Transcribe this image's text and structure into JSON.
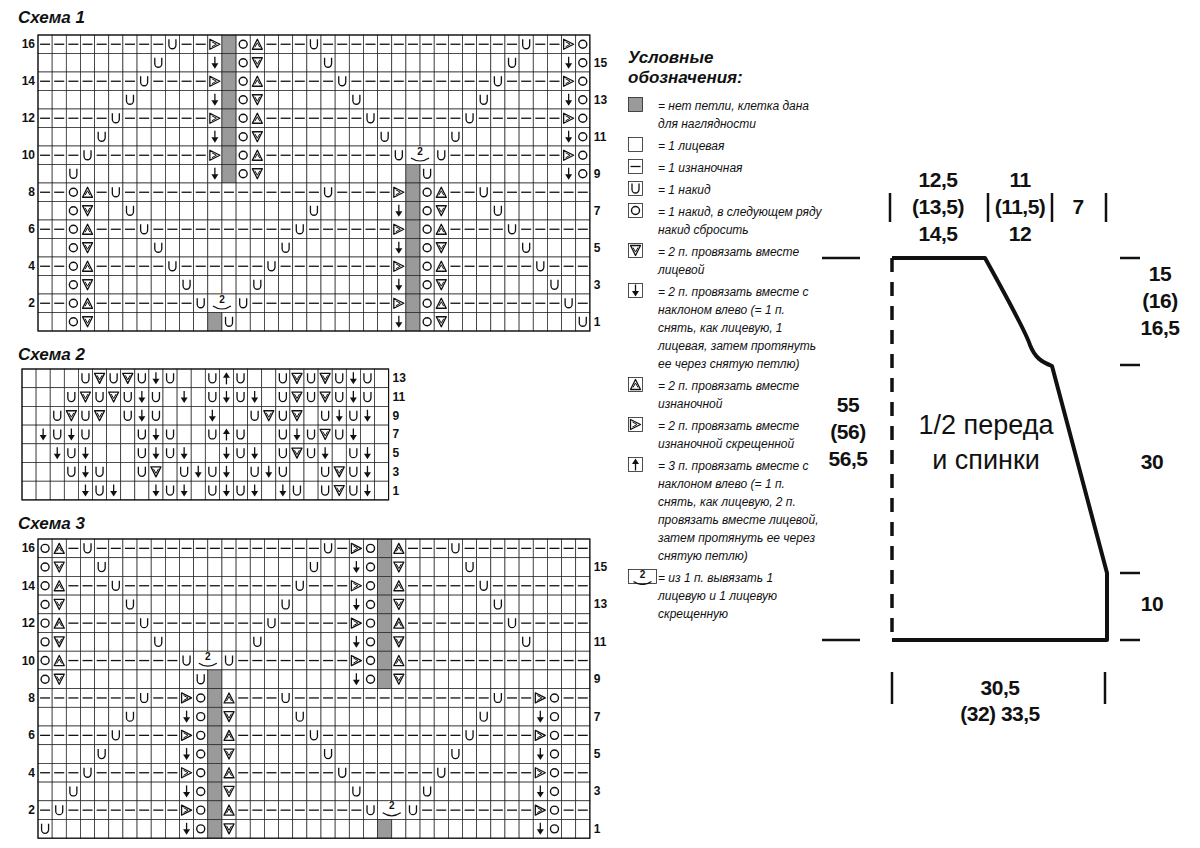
{
  "diagram": {
    "nodes": [
      {
        "text": [
          "1/2 переда и спинки"
        ]
      }
    ],
    "labels": [
      "Схема 1",
      "16",
      "15",
      "14",
      "13",
      "12",
      "11",
      "10",
      "9",
      "8",
      "7",
      "6",
      "5",
      "4",
      "3",
      "2",
      "1",
      "2",
      "2",
      "Схема 2",
      "13",
      "11",
      "9",
      "7",
      "5",
      "3",
      "1",
      "Схема 3",
      "16",
      "15",
      "14",
      "13",
      "12",
      "11",
      "10",
      "9",
      "8",
      "7",
      "6",
      "5",
      "4",
      "3",
      "2",
      "1",
      "2",
      "2",
      "Условные обозначения:",
      "2",
      "12,5",
      "(13,5)",
      "14,5",
      "11",
      "(11,5)",
      "12",
      "7",
      "15",
      "(16)",
      "16,5",
      "55",
      "(56)",
      "56,5",
      "30",
      "10",
      "30,5",
      "(32) 33,5"
    ],
    "legend": [
      {
        "text": "= нет петли, клетка дана для наглядности",
        "color": "#9a9a9a"
      },
      {
        "text": "= 1 лицевая",
        "color": "#ffffff"
      },
      {
        "text": "= 1 изнаночная"
      },
      {
        "text": "= 1 накид"
      },
      {
        "text": "= 1 накид, в следующем ряду накид сбросить"
      },
      {
        "text": "= 2 п. провязать вместе лицевой"
      },
      {
        "text": "= 2 п. провязать вместе с наклоном влево (= 1 п. снять, как лицевую, 1 лицевая, затем протянуть ее через снятую петлю)"
      },
      {
        "text": "= 2 п. провязать вместе изнаночной"
      },
      {
        "text": "= 2 п. провязать вместе изнаночной скрещенной"
      },
      {
        "text": "= 3 п. провязать вместе с наклоном влево (= 1 п. снять, как лицевую, 2 п. провязать вместе лицевой, затем протянуть ее через снятую петлю)"
      },
      {
        "text": "= из 1 п. вывязать 1 лицевую и 1 лицевую скрещенную"
      }
    ]
  }
}
